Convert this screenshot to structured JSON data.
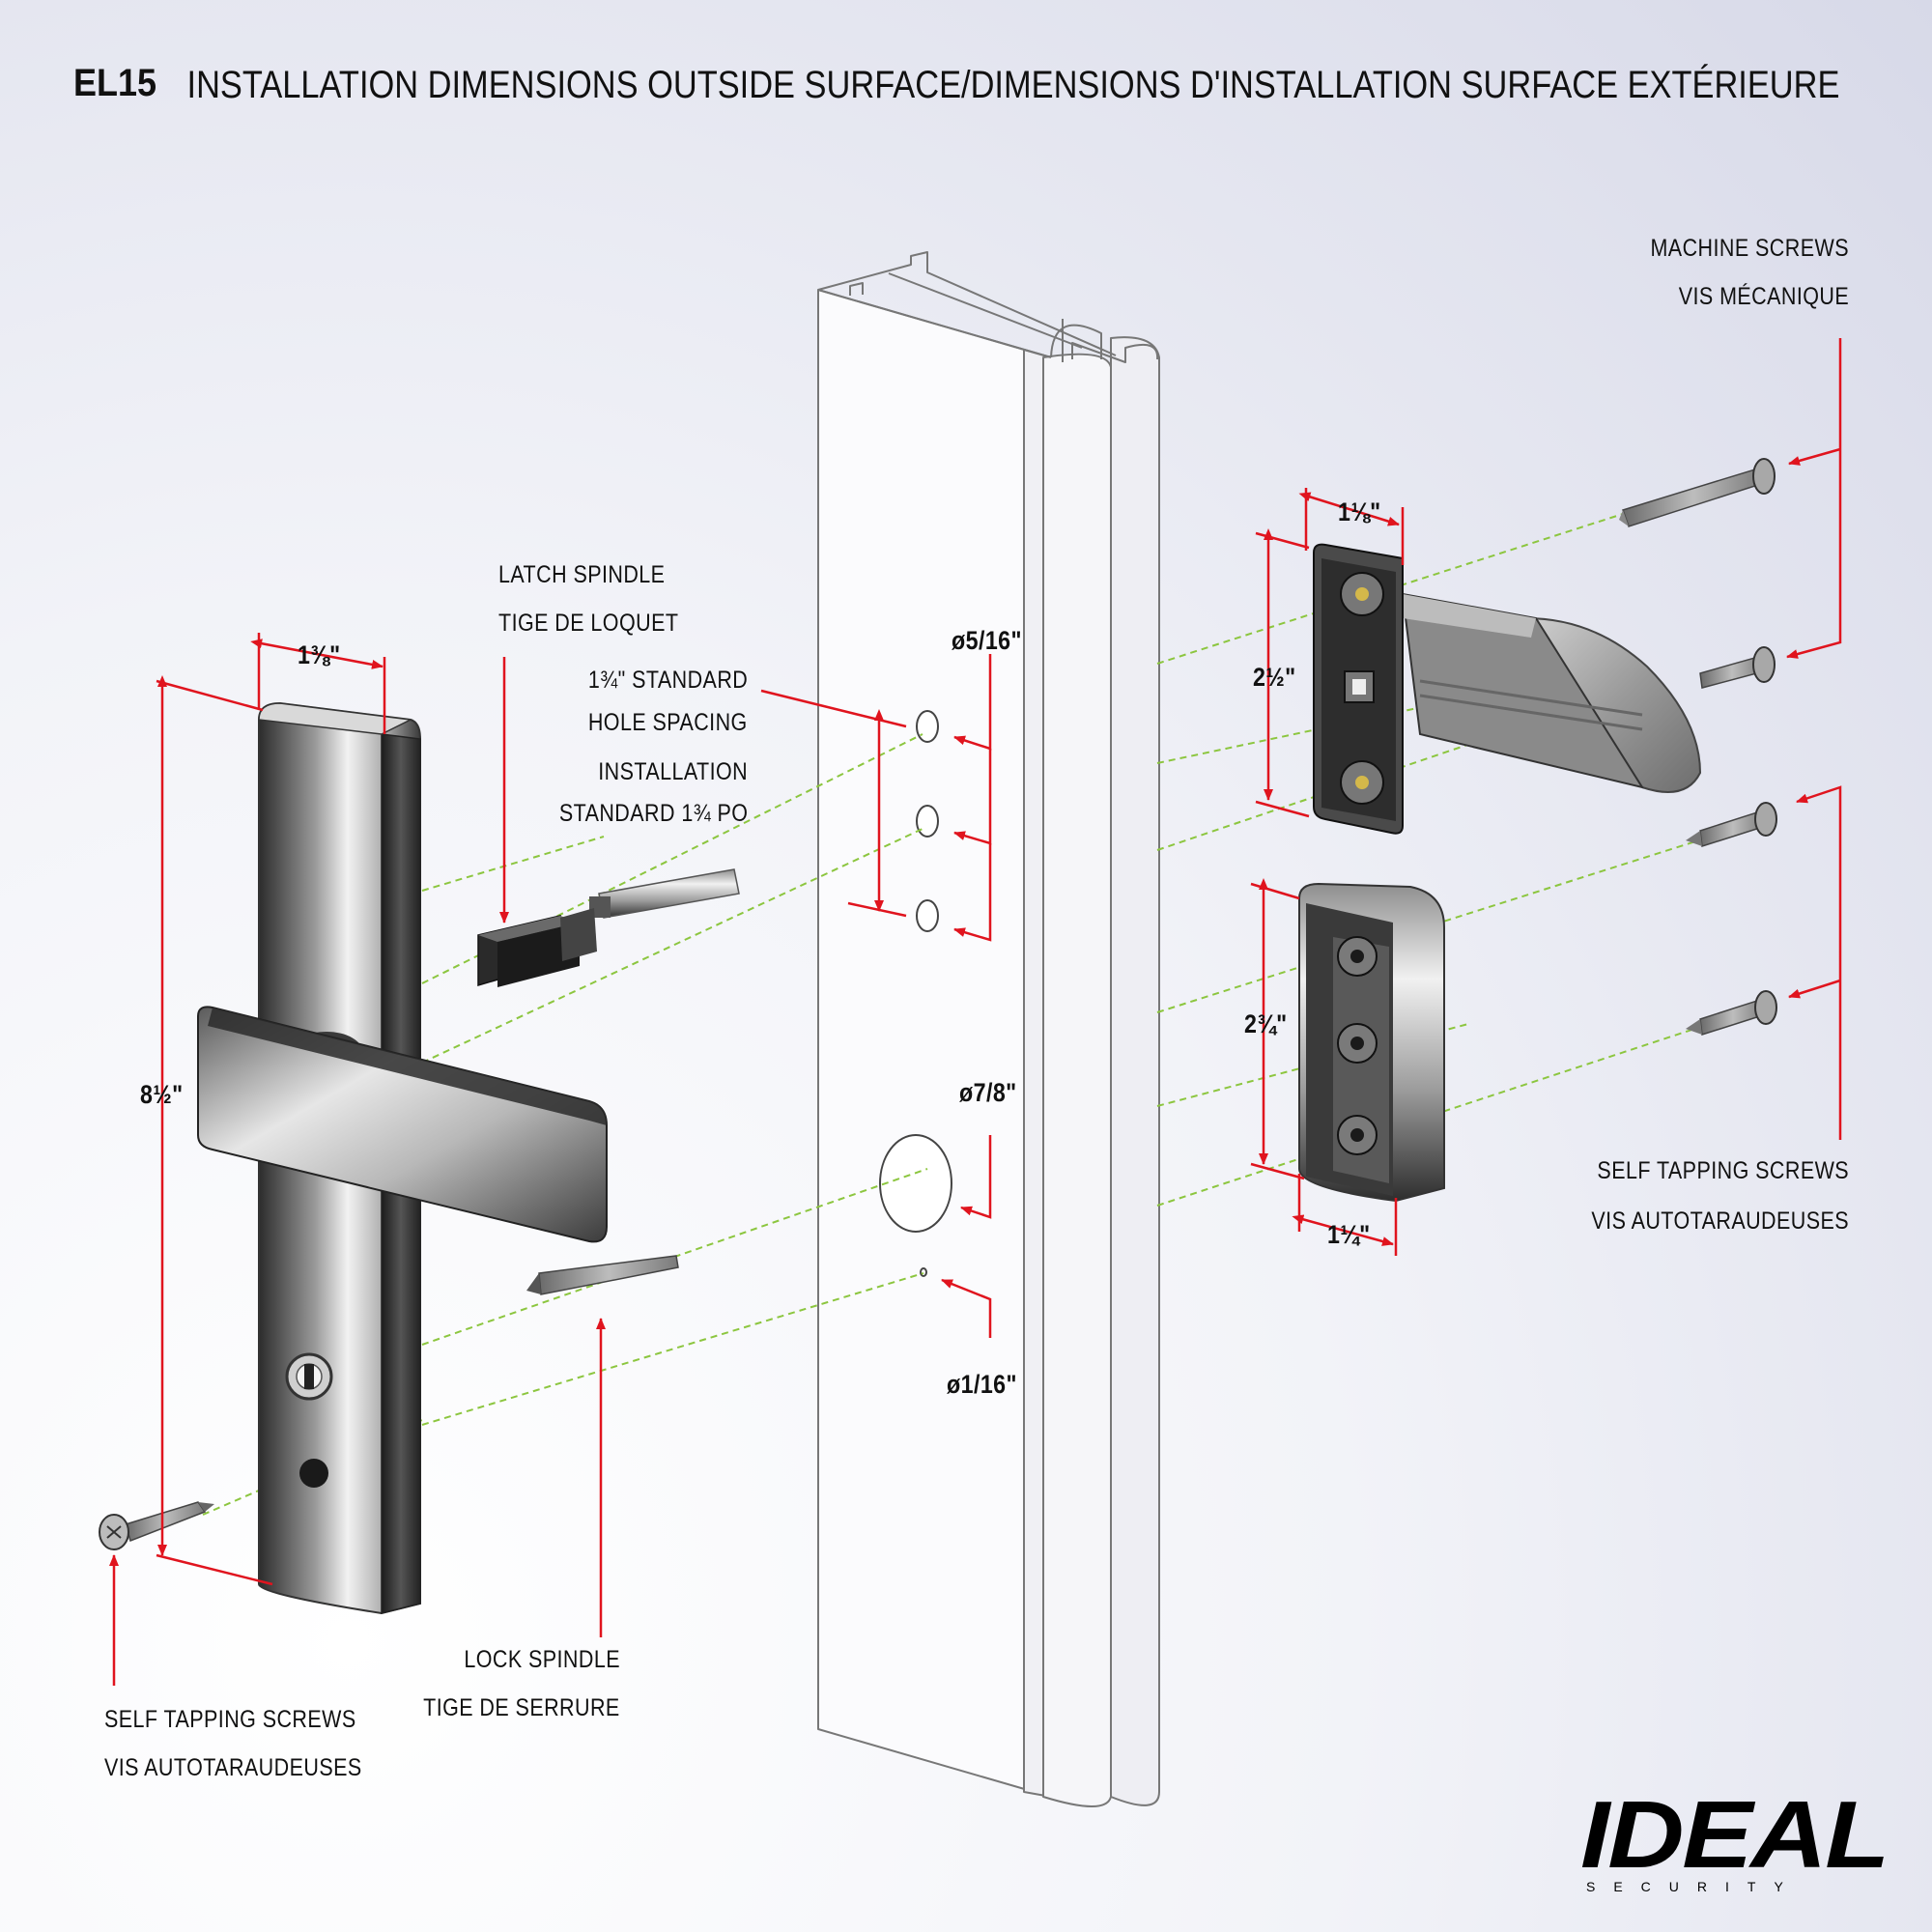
{
  "header": {
    "model": "EL15",
    "title": "INSTALLATION DIMENSIONS OUTSIDE SURFACE/DIMENSIONS D'INSTALLATION SURFACE EXTÉRIEURE"
  },
  "labels": {
    "machine_screws": [
      "MACHINE SCREWS",
      "VIS MÉCANIQUE"
    ],
    "latch_spindle": [
      "LATCH SPINDLE",
      "TIGE DE LOQUET"
    ],
    "hole_spacing": [
      "1¾\" STANDARD",
      "HOLE SPACING",
      "INSTALLATION",
      "STANDARD 1¾ PO"
    ],
    "self_tapping_right": [
      "SELF TAPPING SCREWS",
      "VIS AUTOTARAUDEUSES"
    ],
    "self_tapping_left": [
      "SELF TAPPING SCREWS",
      "VIS AUTOTARAUDEUSES"
    ],
    "lock_spindle": [
      "LOCK SPINDLE",
      "TIGE DE SERRURE"
    ]
  },
  "dimensions": {
    "plate_width": "1⅜\"",
    "plate_height": "8½\"",
    "hole_small": "ø5/16\"",
    "hole_large": "ø7/8\"",
    "hole_tiny": "ø1/16\"",
    "bracket_width": "1⅛\"",
    "bracket_height": "2½\"",
    "strike_height": "2¾\"",
    "strike_width": "1¼\""
  },
  "brand": {
    "name": "IDEAL",
    "tagline": "SECURITY"
  },
  "colors": {
    "dimension_line": "#e0141e",
    "guide_line": "#8cc63f",
    "outline": "#555555"
  }
}
